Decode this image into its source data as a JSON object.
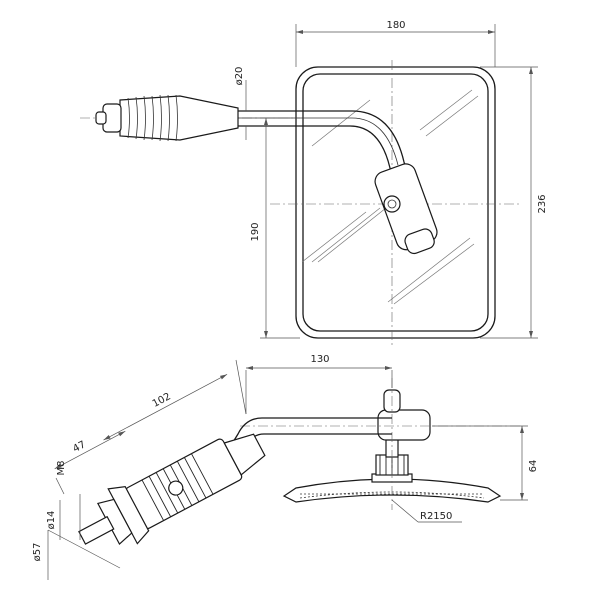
{
  "drawing": {
    "dimensions": {
      "width_top": "180",
      "height_right": "236",
      "arm_diameter": "ø20",
      "arm_height_left": "190",
      "arm_reach": "130",
      "mount_length": "102",
      "mount_offset": "47",
      "thread": "M8",
      "bolt_diameter": "ø14",
      "clamp_diameter": "ø57",
      "depth": "64",
      "radius": "R2150"
    }
  }
}
